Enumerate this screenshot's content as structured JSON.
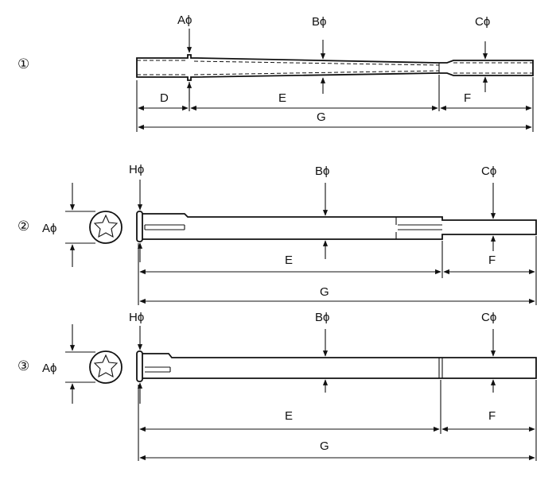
{
  "figures": [
    {
      "number": "①",
      "labels": {
        "a": "Aϕ",
        "b": "Bϕ",
        "c": "Cϕ",
        "d": "D",
        "e": "E",
        "f": "F",
        "g": "G"
      }
    },
    {
      "number": "②",
      "labels": {
        "a": "Aϕ",
        "h": "Hϕ",
        "b": "Bϕ",
        "c": "Cϕ",
        "e": "E",
        "f": "F",
        "g": "G"
      }
    },
    {
      "number": "③",
      "labels": {
        "a": "Aϕ",
        "h": "Hϕ",
        "b": "Bϕ",
        "c": "Cϕ",
        "e": "E",
        "f": "F",
        "g": "G"
      }
    }
  ],
  "colors": {
    "line": "#111111",
    "background": "#ffffff"
  }
}
